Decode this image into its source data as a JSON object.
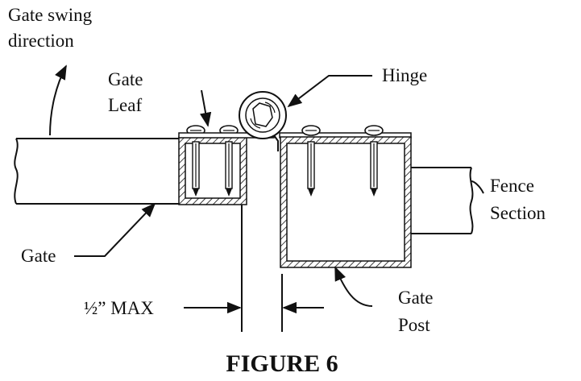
{
  "labels": {
    "gate_swing_line1": "Gate swing",
    "gate_swing_line2": "direction",
    "gate_leaf_line1": "Gate",
    "gate_leaf_line2": "Leaf",
    "hinge": "Hinge",
    "fence_section_line1": "Fence",
    "fence_section_line2": "Section",
    "gate": "Gate",
    "gate_post_line1": "Gate",
    "gate_post_line2": "Post",
    "max_gap": "½” MAX"
  },
  "caption": "FIGURE 6",
  "colors": {
    "ink": "#111111",
    "background": "#ffffff"
  }
}
